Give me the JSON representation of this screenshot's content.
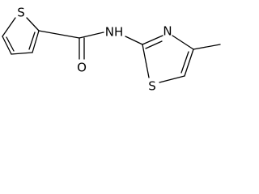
{
  "molecule": {
    "atoms": {
      "s_thiophene": "S",
      "o_carbonyl": "O",
      "nh_amide": "NH",
      "n_thiazole": "N",
      "s_thiazole": "S"
    }
  }
}
